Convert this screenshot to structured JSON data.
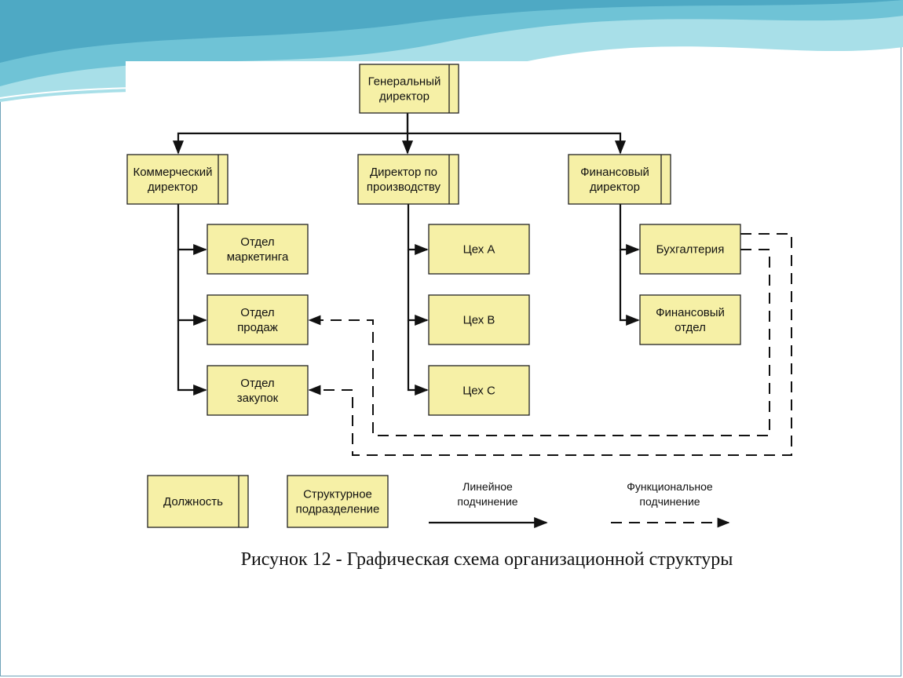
{
  "diagram": {
    "nodes": [
      {
        "id": "ceo",
        "kind": "position",
        "lines": [
          "Генеральный",
          "директор"
        ]
      },
      {
        "id": "commercial",
        "kind": "position",
        "lines": [
          "Коммерческий",
          "директор"
        ]
      },
      {
        "id": "production",
        "kind": "position",
        "lines": [
          "Директор по",
          "производству"
        ]
      },
      {
        "id": "finance",
        "kind": "position",
        "lines": [
          "Финансовый",
          "директор"
        ]
      },
      {
        "id": "marketing",
        "kind": "unit",
        "lines": [
          "Отдел",
          "маркетинга"
        ]
      },
      {
        "id": "sales",
        "kind": "unit",
        "lines": [
          "Отдел",
          "продаж"
        ]
      },
      {
        "id": "purchasing",
        "kind": "unit",
        "lines": [
          "Отдел",
          "закупок"
        ]
      },
      {
        "id": "shop-a",
        "kind": "unit",
        "lines": [
          "Цех А"
        ]
      },
      {
        "id": "shop-b",
        "kind": "unit",
        "lines": [
          "Цех В"
        ]
      },
      {
        "id": "shop-c",
        "kind": "unit",
        "lines": [
          "Цех С"
        ]
      },
      {
        "id": "accounting",
        "kind": "unit",
        "lines": [
          "Бухгалтерия"
        ]
      },
      {
        "id": "fin-dept",
        "kind": "unit",
        "lines": [
          "Финансовый",
          "отдел"
        ]
      }
    ],
    "edges": [
      {
        "from": "ceo",
        "to": "commercial",
        "type": "linear"
      },
      {
        "from": "ceo",
        "to": "production",
        "type": "linear"
      },
      {
        "from": "ceo",
        "to": "finance",
        "type": "linear"
      },
      {
        "from": "commercial",
        "to": "marketing",
        "type": "linear"
      },
      {
        "from": "commercial",
        "to": "sales",
        "type": "linear"
      },
      {
        "from": "commercial",
        "to": "purchasing",
        "type": "linear"
      },
      {
        "from": "production",
        "to": "shop-a",
        "type": "linear"
      },
      {
        "from": "production",
        "to": "shop-b",
        "type": "linear"
      },
      {
        "from": "production",
        "to": "shop-c",
        "type": "linear"
      },
      {
        "from": "finance",
        "to": "accounting",
        "type": "linear"
      },
      {
        "from": "finance",
        "to": "fin-dept",
        "type": "linear"
      },
      {
        "from": "accounting",
        "to": "sales",
        "type": "functional"
      },
      {
        "from": "accounting",
        "to": "purchasing",
        "type": "functional"
      }
    ]
  },
  "legend": {
    "position": {
      "lines": [
        "Должность"
      ]
    },
    "unit": {
      "lines": [
        "Структурное",
        "подразделение"
      ]
    },
    "linear": {
      "lines": [
        "Линейное",
        "подчинение"
      ]
    },
    "functional": {
      "lines": [
        "Функциональное",
        "подчинение"
      ]
    }
  },
  "caption": "Рисунок 12 - Графическая схема организационной структуры",
  "colors": {
    "box_fill": "#f6f0a6",
    "box_stroke": "#222222",
    "connector": "#111111",
    "swoosh_dark": "#4ea9c4",
    "swoosh_light": "#a8dfe8"
  }
}
